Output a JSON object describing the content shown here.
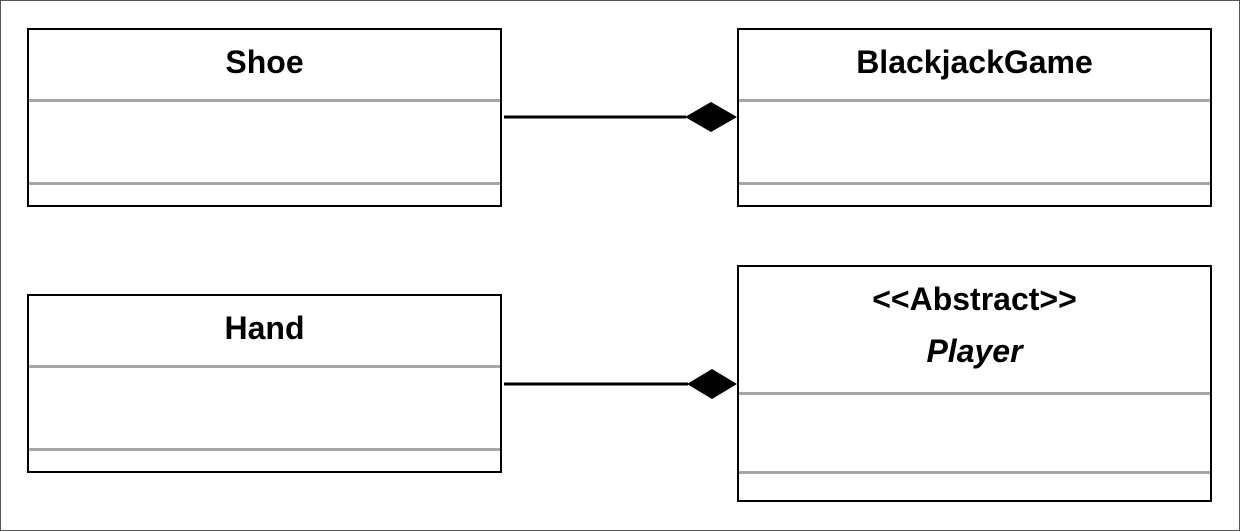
{
  "diagram": {
    "classes": {
      "shoe": {
        "name": "Shoe"
      },
      "blackjack_game": {
        "name": "BlackjackGame"
      },
      "hand": {
        "name": "Hand"
      },
      "player": {
        "stereotype": "<<Abstract>>",
        "name": "Player"
      }
    },
    "relationships": [
      {
        "from": "Shoe",
        "to": "BlackjackGame",
        "type": "composition"
      },
      {
        "from": "Hand",
        "to": "Player",
        "type": "composition"
      }
    ],
    "colors": {
      "border": "#000000",
      "divider": "#a6a6a6",
      "background": "#ffffff"
    }
  }
}
